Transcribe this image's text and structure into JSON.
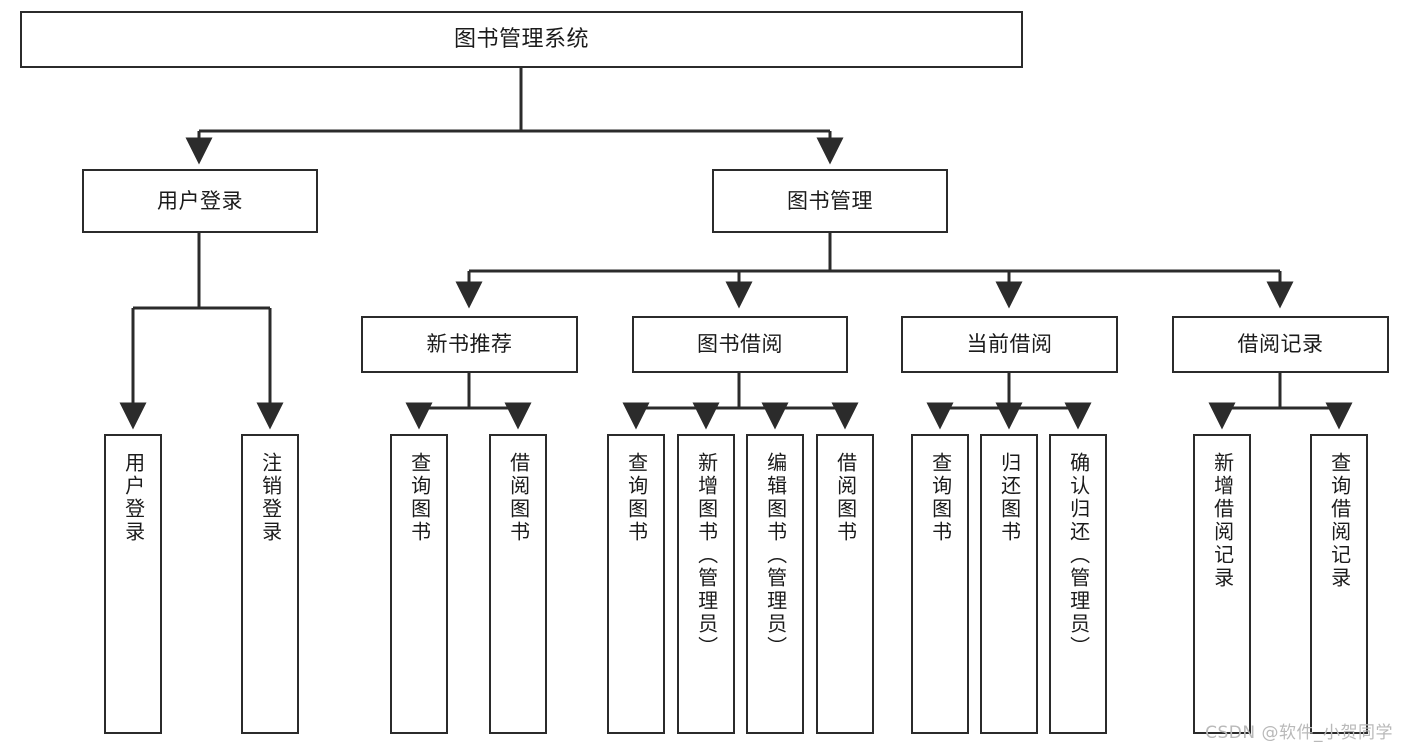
{
  "diagram": {
    "title": "图书管理系统",
    "type": "hierarchy-tree",
    "watermark": "CSDN @软件_小贺同学",
    "colors": {
      "background": "#ffffff",
      "box_border": "#2b2b2b",
      "box_fill": "#ffffff",
      "connector": "#2b2b2b",
      "text": "#1b1b1b",
      "watermark_text": "#b9b9b9"
    },
    "levels": {
      "root": {
        "label": "图书管理系统"
      },
      "level1": [
        {
          "id": "user-login",
          "label": "用户登录"
        },
        {
          "id": "book-manage",
          "label": "图书管理"
        }
      ],
      "level2": [
        {
          "id": "new-book-recommend",
          "label": "新书推荐"
        },
        {
          "id": "book-borrow",
          "label": "图书借阅"
        },
        {
          "id": "current-borrow",
          "label": "当前借阅"
        },
        {
          "id": "borrow-record",
          "label": "借阅记录"
        }
      ],
      "leaves": {
        "user-login": [
          {
            "id": "leaf-user-login",
            "label": "用户登录"
          },
          {
            "id": "leaf-logout",
            "label": "注销登录"
          }
        ],
        "new-book-recommend": [
          {
            "id": "leaf-query-book-1",
            "label": "查询图书"
          },
          {
            "id": "leaf-borrow-book-1",
            "label": "借阅图书"
          }
        ],
        "book-borrow": [
          {
            "id": "leaf-query-book-2",
            "label": "查询图书"
          },
          {
            "id": "leaf-add-book",
            "label": "新增图书（管理员）"
          },
          {
            "id": "leaf-edit-book",
            "label": "编辑图书（管理员）"
          },
          {
            "id": "leaf-borrow-book-2",
            "label": "借阅图书"
          }
        ],
        "current-borrow": [
          {
            "id": "leaf-query-book-3",
            "label": "查询图书"
          },
          {
            "id": "leaf-return-book",
            "label": "归还图书"
          },
          {
            "id": "leaf-confirm-return",
            "label": "确认归还（管理员）"
          }
        ],
        "borrow-record": [
          {
            "id": "leaf-add-record",
            "label": "新增借阅记录"
          },
          {
            "id": "leaf-query-record",
            "label": "查询借阅记录"
          }
        ]
      }
    }
  }
}
